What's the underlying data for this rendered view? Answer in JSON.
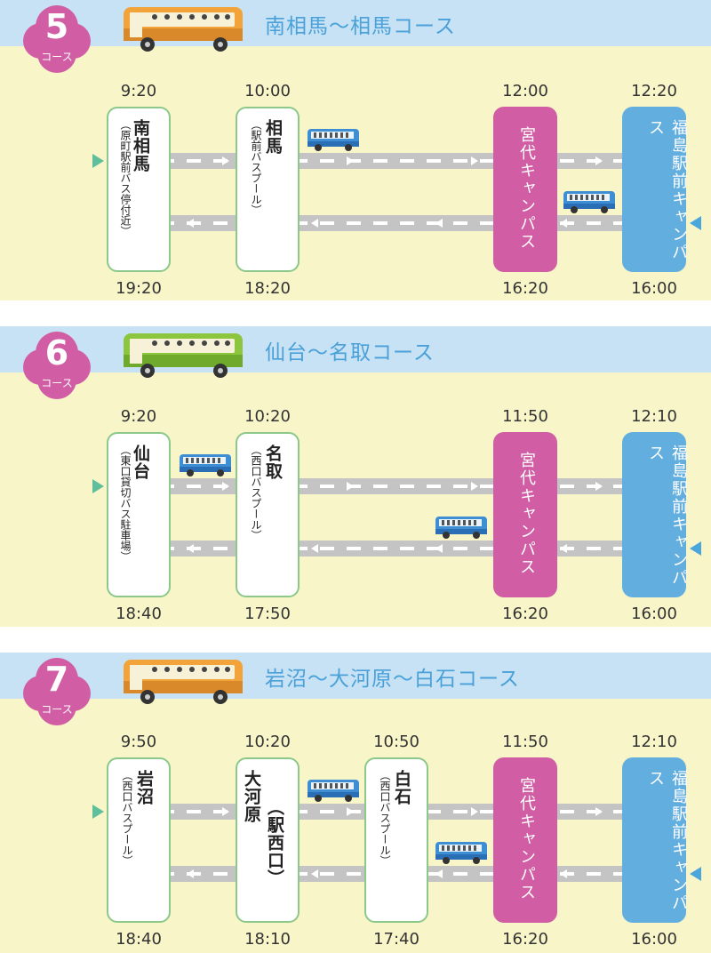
{
  "colors": {
    "header_band": "#c7e2f4",
    "body_band": "#f8f5c9",
    "badge": "#d15ea4",
    "stop_pink": "#d15ea4",
    "stop_blue": "#62aedf",
    "title_text": "#4aa0d8",
    "road": "#c4c4c4"
  },
  "courses": [
    {
      "number": "5",
      "badge_label": "コース",
      "title": "南相馬～相馬コース",
      "bus_color": "orange",
      "stops": [
        {
          "name": "南相馬",
          "sub": "（原町駅前バス停付近）",
          "dep": "9:20",
          "ret": "19:20"
        },
        {
          "name": "相馬",
          "sub": "（駅前バスプール）",
          "dep": "10:00",
          "ret": "18:20"
        },
        {
          "name": "宮代キャンパス",
          "dep": "12:00",
          "ret": "16:20"
        },
        {
          "name": "福島駅前キャンパス",
          "dep": "12:20",
          "ret": "16:00"
        }
      ]
    },
    {
      "number": "6",
      "badge_label": "コース",
      "title": "仙台～名取コース",
      "bus_color": "green",
      "stops": [
        {
          "name": "仙台",
          "sub": "（東口貸切バス駐車場）",
          "dep": "9:20",
          "ret": "18:40"
        },
        {
          "name": "名取",
          "sub": "（西口バスプール）",
          "dep": "10:20",
          "ret": "17:50"
        },
        {
          "name": "宮代キャンパス",
          "dep": "11:50",
          "ret": "16:20"
        },
        {
          "name": "福島駅前キャンパス",
          "dep": "12:10",
          "ret": "16:00"
        }
      ]
    },
    {
      "number": "7",
      "badge_label": "コース",
      "title": "岩沼～大河原～白石コース",
      "bus_color": "orange",
      "stops": [
        {
          "name": "岩沼",
          "sub": "（西口バスプール）",
          "dep": "9:50",
          "ret": "18:40"
        },
        {
          "name": "大河原",
          "sub": "（駅西口）",
          "dep": "10:20",
          "ret": "18:10"
        },
        {
          "name": "白石",
          "sub": "（西口バスプール）",
          "dep": "10:50",
          "ret": "17:40"
        },
        {
          "name": "宮代キャンパス",
          "dep": "11:50",
          "ret": "16:20"
        },
        {
          "name": "福島駅前キャンパス",
          "dep": "12:10",
          "ret": "16:00"
        }
      ]
    }
  ]
}
